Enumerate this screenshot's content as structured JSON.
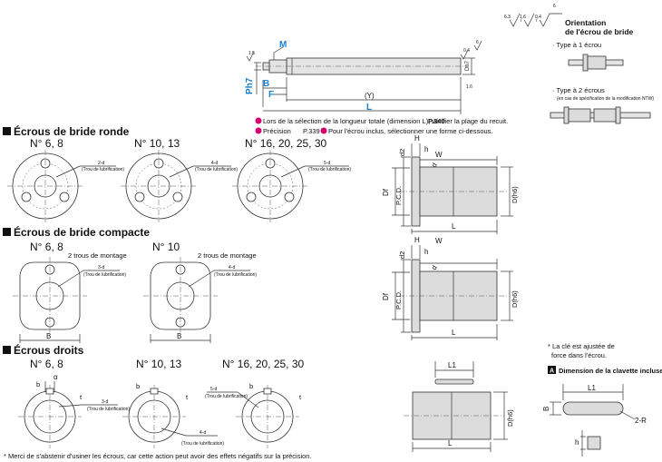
{
  "title_orientation": "Orientation",
  "title_orientation_2": "de l'écrou de bride",
  "type1": "· Type à 1 écrou",
  "type2": "· Type à 2 écrous",
  "type2_note": "(en cas de spécification de la modification NTW)",
  "shaft_labels": {
    "M": "M",
    "B": "B",
    "F": "F",
    "L": "L",
    "Y": "(Y)",
    "Dh7": "Dh7",
    "Ph7": "Ph7",
    "r15": "1.5",
    "r04": "0.4",
    "r6": "6",
    "r16": "1.6",
    "r04b": "0.4"
  },
  "surface_marks": [
    "6.3",
    "1.6",
    "0.4",
    "6"
  ],
  "notes": {
    "n1": "Lors de la sélection de la longueur totale (dimension L), vérifier la plage du recuit.",
    "n1_ref": "P.340",
    "n2a": "Précision",
    "n2a_ref": "P.339",
    "n2b": "Pour l'écrou inclus, sélectionner une forme ci-dessous."
  },
  "sec1": {
    "title": "Écrous de bride ronde",
    "groups": [
      "N° 6, 8",
      "N° 10, 13",
      "N° 16, 20, 25, 30"
    ],
    "callouts": [
      "2-d",
      "4-d",
      "5-d"
    ],
    "sub": "(Trou de lubrification)"
  },
  "sec2": {
    "title": "Écrous de bride compacte",
    "groups": [
      "N° 6, 8",
      "N° 10"
    ],
    "mount": "2 trous de montage",
    "callouts": [
      "3-d",
      "4-d"
    ],
    "sub": "(Trou de lubrification)",
    "B": "B"
  },
  "sec3": {
    "title": "Écrous droits",
    "groups": [
      "N° 6, 8",
      "N° 10, 13",
      "N° 16, 20, 25, 30"
    ],
    "callouts": [
      "3-d",
      "4-d",
      "5-d"
    ],
    "sub": "(Trou de lubrification)",
    "b": "b",
    "t": "t",
    "alpha": "α"
  },
  "flange_dims": {
    "H": "H",
    "W": "W",
    "h": "h",
    "d": "d",
    "d2": "d2",
    "Df": "Df",
    "PCD": "P.C.D.",
    "Dh6": "D(h6)",
    "L": "L"
  },
  "straight_dims": {
    "L1": "L1",
    "Dh6": "D(h6)",
    "L": "L"
  },
  "key_note_1": "* La clé est ajustée de",
  "key_note_2": "force dans l'écrou.",
  "key_badge": "A",
  "key_title": "Dimension de la clavette incluse",
  "key_dims": {
    "L1": "L1",
    "B": "B",
    "R": "2-R",
    "h": "h"
  },
  "footer": "* Merci de s'abstenir d'usiner les écrous, car cette action peut avoir des effets négatifs sur la précision."
}
